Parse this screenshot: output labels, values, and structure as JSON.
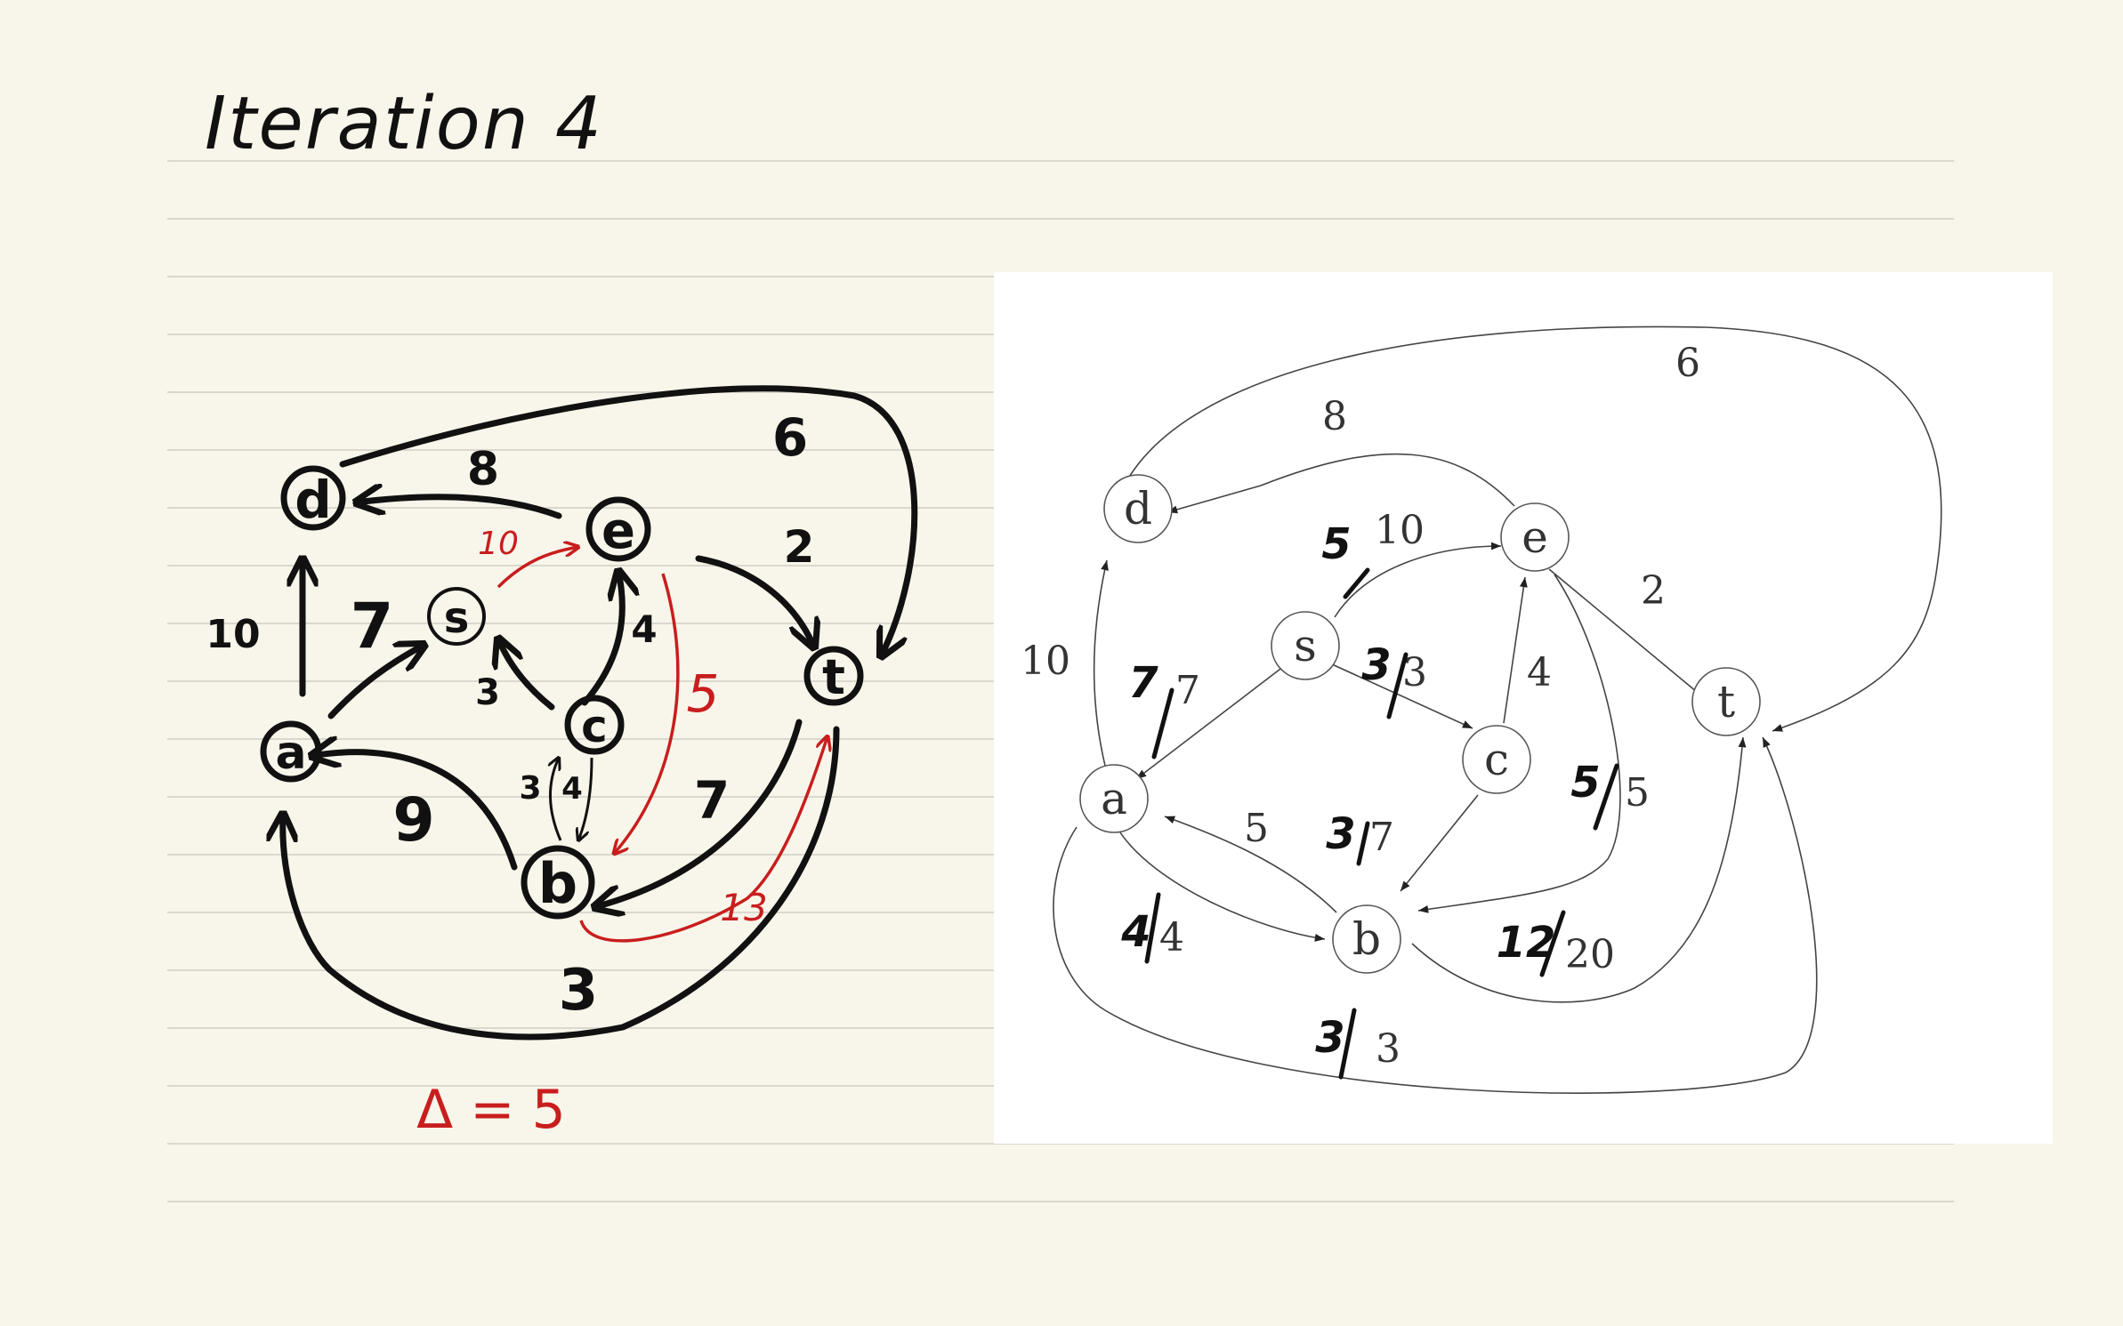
{
  "title": "Iteration 4",
  "sketch": {
    "nodes": {
      "d": "d",
      "e": "e",
      "s": "s",
      "t": "t",
      "c": "c",
      "a": "a",
      "b": "b"
    },
    "edge_labels": {
      "d_t": "6",
      "e_d": "8",
      "s_e": "10",
      "e_t": "2",
      "a_d": "10",
      "a_s": "7",
      "c_e": "4",
      "c_s": "3",
      "e_b": "5",
      "b_c": "3",
      "c_b": "4",
      "b_a": "9",
      "t_b": "7",
      "b_t": "13",
      "t_a": "3"
    },
    "delta_label": "Δ = 5"
  },
  "graph": {
    "nodes": {
      "d": "d",
      "e": "e",
      "s": "s",
      "t": "t",
      "c": "c",
      "a": "a",
      "b": "b"
    },
    "capacities": {
      "d_t": "6",
      "e_d": "8",
      "s_e": "10",
      "e_t": "2",
      "a_d": "10",
      "s_a": "7",
      "s_c": "3",
      "c_e": "4",
      "e_b": "5",
      "b_a": "5",
      "c_b": "7",
      "a_b": "4",
      "b_t": "20",
      "a_t": "3"
    },
    "flows": {
      "s_e": "5",
      "s_a": "7",
      "s_c": "3",
      "e_b": "5",
      "c_b": "3",
      "a_b": "4",
      "b_t": "12",
      "a_t": "3"
    }
  },
  "colors": {
    "paper": "#f8f6ea",
    "ink": "#111111",
    "red": "#c81e1e",
    "rule": "#dad8cf",
    "graph_ink": "#333333"
  }
}
